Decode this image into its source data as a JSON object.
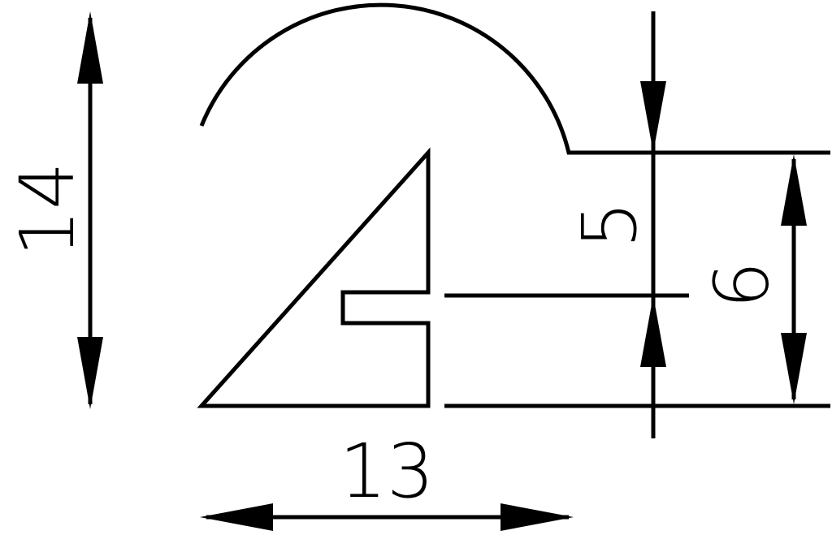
{
  "drawing": {
    "type": "profile-dimension-drawing",
    "line_color": "#000000",
    "background": "#ffffff"
  },
  "dimensions": {
    "height": "14",
    "width": "13",
    "rebate_depth": "5",
    "rebate_height": "9"
  }
}
